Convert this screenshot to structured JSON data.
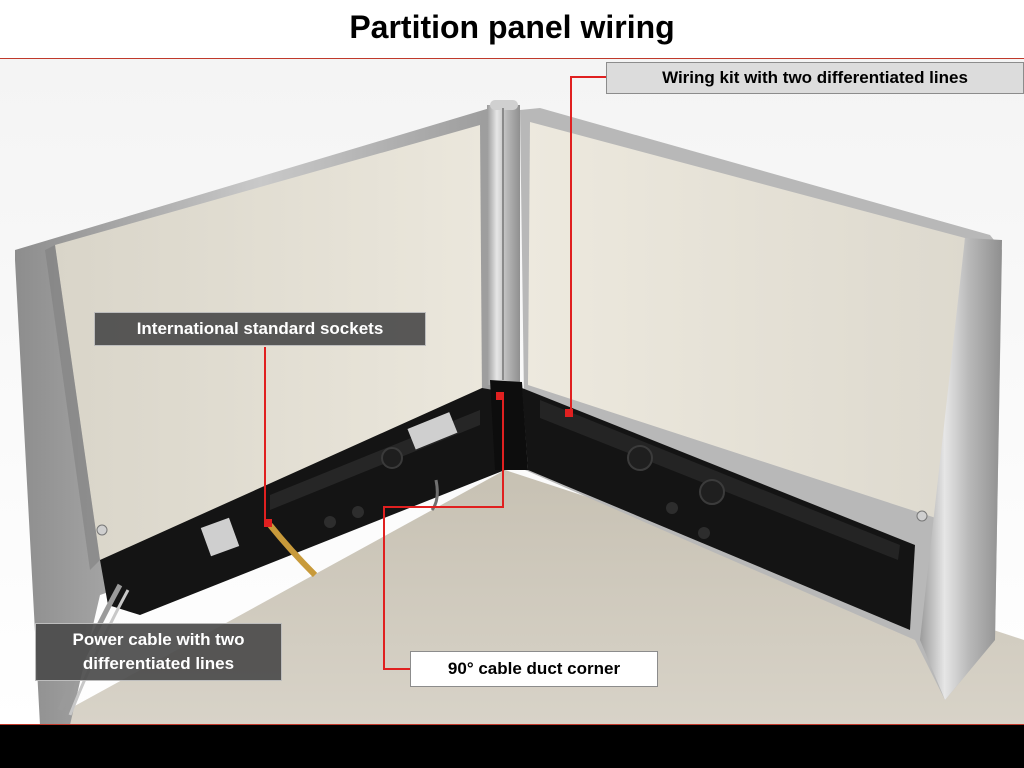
{
  "page": {
    "title": "Partition panel wiring"
  },
  "callouts": {
    "wiring_kit": "Wiring kit with two differentiated lines",
    "sockets": "International standard sockets",
    "power_cable": "Power cable with two differentiated lines",
    "duct_corner": "90° cable duct corner"
  },
  "colors": {
    "accent": "#e02020",
    "panel_fabric": "#e6e1d4",
    "frame": "#a8a8a8",
    "duct": "#111111",
    "floor": "#cfc9bc",
    "footer": "#000000"
  }
}
